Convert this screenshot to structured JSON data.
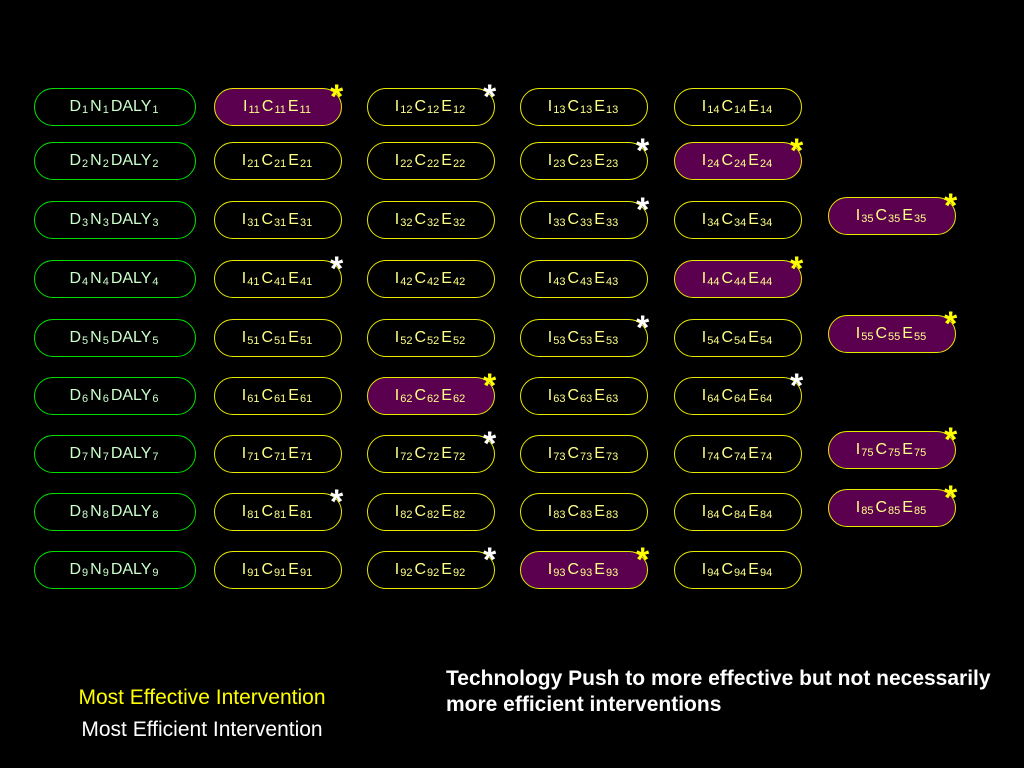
{
  "colors": {
    "background": "#000000",
    "d_border": "#00e000",
    "i_border": "#e8e800",
    "highlight_fill": "#5a004f",
    "star_yellow": "#ffff00",
    "star_white": "#ffffff",
    "legend_effective": "#ffff00",
    "legend_efficient": "#ffffff"
  },
  "d_nodes": [
    {
      "row": 1,
      "label": [
        [
          "D",
          "1"
        ],
        [
          "N",
          "1"
        ],
        [
          "DALY",
          "1"
        ]
      ]
    },
    {
      "row": 2,
      "label": [
        [
          "D",
          "2"
        ],
        [
          "N",
          "2"
        ],
        [
          "DALY",
          "2"
        ]
      ]
    },
    {
      "row": 3,
      "label": [
        [
          "D",
          "3"
        ],
        [
          "N",
          "3"
        ],
        [
          "DALY",
          "3"
        ]
      ]
    },
    {
      "row": 4,
      "label": [
        [
          "D",
          "4"
        ],
        [
          "N",
          "4"
        ],
        [
          "DALY",
          "4"
        ]
      ]
    },
    {
      "row": 5,
      "label": [
        [
          "D",
          "5"
        ],
        [
          "N",
          "5"
        ],
        [
          "DALY",
          "5"
        ]
      ]
    },
    {
      "row": 6,
      "label": [
        [
          "D",
          "6"
        ],
        [
          "N",
          "6"
        ],
        [
          "DALY",
          "6"
        ]
      ]
    },
    {
      "row": 7,
      "label": [
        [
          "D",
          "7"
        ],
        [
          "N",
          "7"
        ],
        [
          "DALY",
          "7"
        ]
      ]
    },
    {
      "row": 8,
      "label": [
        [
          "D",
          "8"
        ],
        [
          "N",
          "8"
        ],
        [
          "DALY",
          "8"
        ]
      ]
    },
    {
      "row": 9,
      "label": [
        [
          "D",
          "9"
        ],
        [
          "N",
          "9"
        ],
        [
          "DALY",
          "9"
        ]
      ]
    }
  ],
  "i_nodes": [
    {
      "row": 1,
      "col": 1,
      "label": [
        [
          "I",
          "11"
        ],
        [
          "C",
          "11"
        ],
        [
          "E",
          "11"
        ]
      ],
      "highlight": true,
      "star": "yellow"
    },
    {
      "row": 1,
      "col": 2,
      "label": [
        [
          "I",
          "12"
        ],
        [
          "C",
          "12"
        ],
        [
          "E",
          "12"
        ]
      ],
      "highlight": false,
      "star": "white"
    },
    {
      "row": 1,
      "col": 3,
      "label": [
        [
          "I",
          "13"
        ],
        [
          "C",
          "13"
        ],
        [
          "E",
          "13"
        ]
      ],
      "highlight": false,
      "star": null
    },
    {
      "row": 1,
      "col": 4,
      "label": [
        [
          "I",
          "14"
        ],
        [
          "C",
          "14"
        ],
        [
          "E",
          "14"
        ]
      ],
      "highlight": false,
      "star": null
    },
    {
      "row": 2,
      "col": 1,
      "label": [
        [
          "I",
          "21"
        ],
        [
          "C",
          "21"
        ],
        [
          "E",
          "21"
        ]
      ],
      "highlight": false,
      "star": null
    },
    {
      "row": 2,
      "col": 2,
      "label": [
        [
          "I",
          "22"
        ],
        [
          "C",
          "22"
        ],
        [
          "E",
          "22"
        ]
      ],
      "highlight": false,
      "star": null
    },
    {
      "row": 2,
      "col": 3,
      "label": [
        [
          "I",
          "23"
        ],
        [
          "C",
          "23"
        ],
        [
          "E",
          "23"
        ]
      ],
      "highlight": false,
      "star": "white"
    },
    {
      "row": 2,
      "col": 4,
      "label": [
        [
          "I",
          "24"
        ],
        [
          "C",
          "24"
        ],
        [
          "E",
          "24"
        ]
      ],
      "highlight": true,
      "star": "yellow"
    },
    {
      "row": 3,
      "col": 1,
      "label": [
        [
          "I",
          "31"
        ],
        [
          "C",
          "31"
        ],
        [
          "E",
          "31"
        ]
      ],
      "highlight": false,
      "star": null
    },
    {
      "row": 3,
      "col": 2,
      "label": [
        [
          "I",
          "32"
        ],
        [
          "C",
          "32"
        ],
        [
          "E",
          "32"
        ]
      ],
      "highlight": false,
      "star": null
    },
    {
      "row": 3,
      "col": 3,
      "label": [
        [
          "I",
          "33"
        ],
        [
          "C",
          "33"
        ],
        [
          "E",
          "33"
        ]
      ],
      "highlight": false,
      "star": "white"
    },
    {
      "row": 3,
      "col": 4,
      "label": [
        [
          "I",
          "34"
        ],
        [
          "C",
          "34"
        ],
        [
          "E",
          "34"
        ]
      ],
      "highlight": false,
      "star": null
    },
    {
      "row": 3,
      "col": 5,
      "label": [
        [
          "I",
          "35"
        ],
        [
          "C",
          "35"
        ],
        [
          "E",
          "35"
        ]
      ],
      "highlight": true,
      "star": "yellow"
    },
    {
      "row": 4,
      "col": 1,
      "label": [
        [
          "I",
          "41"
        ],
        [
          "C",
          "41"
        ],
        [
          "E",
          "41"
        ]
      ],
      "highlight": false,
      "star": "white"
    },
    {
      "row": 4,
      "col": 2,
      "label": [
        [
          "I",
          "42"
        ],
        [
          "C",
          "42"
        ],
        [
          "E",
          "42"
        ]
      ],
      "highlight": false,
      "star": null
    },
    {
      "row": 4,
      "col": 3,
      "label": [
        [
          "I",
          "43"
        ],
        [
          "C",
          "43"
        ],
        [
          "E",
          "43"
        ]
      ],
      "highlight": false,
      "star": null
    },
    {
      "row": 4,
      "col": 4,
      "label": [
        [
          "I",
          "44"
        ],
        [
          "C",
          "44"
        ],
        [
          "E",
          "44"
        ]
      ],
      "highlight": true,
      "star": "yellow"
    },
    {
      "row": 5,
      "col": 1,
      "label": [
        [
          "I",
          "51"
        ],
        [
          "C",
          "51"
        ],
        [
          "E",
          "51"
        ]
      ],
      "highlight": false,
      "star": null
    },
    {
      "row": 5,
      "col": 2,
      "label": [
        [
          "I",
          "52"
        ],
        [
          "C",
          "52"
        ],
        [
          "E",
          "52"
        ]
      ],
      "highlight": false,
      "star": null
    },
    {
      "row": 5,
      "col": 3,
      "label": [
        [
          "I",
          "53"
        ],
        [
          "C",
          "53"
        ],
        [
          "E",
          "53"
        ]
      ],
      "highlight": false,
      "star": "white"
    },
    {
      "row": 5,
      "col": 4,
      "label": [
        [
          "I",
          "54"
        ],
        [
          "C",
          "54"
        ],
        [
          "E",
          "54"
        ]
      ],
      "highlight": false,
      "star": null
    },
    {
      "row": 5,
      "col": 5,
      "label": [
        [
          "I",
          "55"
        ],
        [
          "C",
          "55"
        ],
        [
          "E",
          "55"
        ]
      ],
      "highlight": true,
      "star": "yellow"
    },
    {
      "row": 6,
      "col": 1,
      "label": [
        [
          "I",
          "61"
        ],
        [
          "C",
          "61"
        ],
        [
          "E",
          "61"
        ]
      ],
      "highlight": false,
      "star": null
    },
    {
      "row": 6,
      "col": 2,
      "label": [
        [
          "I",
          "62"
        ],
        [
          "C",
          "62"
        ],
        [
          "E",
          "62"
        ]
      ],
      "highlight": true,
      "star": "yellow"
    },
    {
      "row": 6,
      "col": 3,
      "label": [
        [
          "I",
          "63"
        ],
        [
          "C",
          "63"
        ],
        [
          "E",
          "63"
        ]
      ],
      "highlight": false,
      "star": null
    },
    {
      "row": 6,
      "col": 4,
      "label": [
        [
          "I",
          "64"
        ],
        [
          "C",
          "64"
        ],
        [
          "E",
          "64"
        ]
      ],
      "highlight": false,
      "star": "white"
    },
    {
      "row": 7,
      "col": 1,
      "label": [
        [
          "I",
          "71"
        ],
        [
          "C",
          "71"
        ],
        [
          "E",
          "71"
        ]
      ],
      "highlight": false,
      "star": null
    },
    {
      "row": 7,
      "col": 2,
      "label": [
        [
          "I",
          "72"
        ],
        [
          "C",
          "72"
        ],
        [
          "E",
          "72"
        ]
      ],
      "highlight": false,
      "star": "white"
    },
    {
      "row": 7,
      "col": 3,
      "label": [
        [
          "I",
          "73"
        ],
        [
          "C",
          "73"
        ],
        [
          "E",
          "73"
        ]
      ],
      "highlight": false,
      "star": null
    },
    {
      "row": 7,
      "col": 4,
      "label": [
        [
          "I",
          "74"
        ],
        [
          "C",
          "74"
        ],
        [
          "E",
          "74"
        ]
      ],
      "highlight": false,
      "star": null
    },
    {
      "row": 7,
      "col": 5,
      "label": [
        [
          "I",
          "75"
        ],
        [
          "C",
          "75"
        ],
        [
          "E",
          "75"
        ]
      ],
      "highlight": true,
      "star": "yellow"
    },
    {
      "row": 8,
      "col": 1,
      "label": [
        [
          "I",
          "81"
        ],
        [
          "C",
          "81"
        ],
        [
          "E",
          "81"
        ]
      ],
      "highlight": false,
      "star": "white"
    },
    {
      "row": 8,
      "col": 2,
      "label": [
        [
          "I",
          "82"
        ],
        [
          "C",
          "82"
        ],
        [
          "E",
          "82"
        ]
      ],
      "highlight": false,
      "star": null
    },
    {
      "row": 8,
      "col": 3,
      "label": [
        [
          "I",
          "83"
        ],
        [
          "C",
          "83"
        ],
        [
          "E",
          "83"
        ]
      ],
      "highlight": false,
      "star": null
    },
    {
      "row": 8,
      "col": 4,
      "label": [
        [
          "I",
          "84"
        ],
        [
          "C",
          "84"
        ],
        [
          "E",
          "84"
        ]
      ],
      "highlight": false,
      "star": null
    },
    {
      "row": 8,
      "col": 5,
      "label": [
        [
          "I",
          "85"
        ],
        [
          "C",
          "85"
        ],
        [
          "E",
          "85"
        ]
      ],
      "highlight": true,
      "star": "yellow"
    },
    {
      "row": 9,
      "col": 1,
      "label": [
        [
          "I",
          "91"
        ],
        [
          "C",
          "91"
        ],
        [
          "E",
          "91"
        ]
      ],
      "highlight": false,
      "star": null
    },
    {
      "row": 9,
      "col": 2,
      "label": [
        [
          "I",
          "92"
        ],
        [
          "C",
          "92"
        ],
        [
          "E",
          "92"
        ]
      ],
      "highlight": false,
      "star": "white"
    },
    {
      "row": 9,
      "col": 3,
      "label": [
        [
          "I",
          "93"
        ],
        [
          "C",
          "93"
        ],
        [
          "E",
          "93"
        ]
      ],
      "highlight": true,
      "star": "yellow"
    },
    {
      "row": 9,
      "col": 4,
      "label": [
        [
          "I",
          "94"
        ],
        [
          "C",
          "94"
        ],
        [
          "E",
          "94"
        ]
      ],
      "highlight": false,
      "star": null
    }
  ],
  "star_glyph": "*",
  "legend": {
    "effective": "Most Effective Intervention",
    "efficient": "Most Efficient Intervention"
  },
  "caption": "Technology Push to more effective but not necessarily more efficient interventions"
}
